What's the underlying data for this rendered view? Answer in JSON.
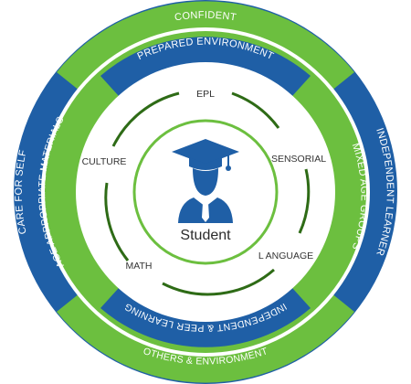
{
  "colors": {
    "blue": "#1f5fa6",
    "green": "#6cbf3f",
    "dark_text": "#333333"
  },
  "outer_ring": {
    "top": "CONFIDENT",
    "left": "CARE FOR SELF",
    "right": "INDEPENDENT LEARNER",
    "bottom": "OTHERS & ENVIRONMENT"
  },
  "inner_ring": {
    "top": "PREPARED ENVIRONMENT",
    "left": "AGE APPROPRIATE MATERIALS",
    "right": "MIXED AGE GROUPS",
    "bottom": "INDEPENDENT & PEER LEARNING"
  },
  "subjects": {
    "epl": "EPL",
    "sensorial": "SENSORIAL",
    "language": "L ANGUAGE",
    "math": "MATH",
    "culture": "CULTURE"
  },
  "center": {
    "icon": "graduate-student-icon",
    "label": "Student"
  }
}
